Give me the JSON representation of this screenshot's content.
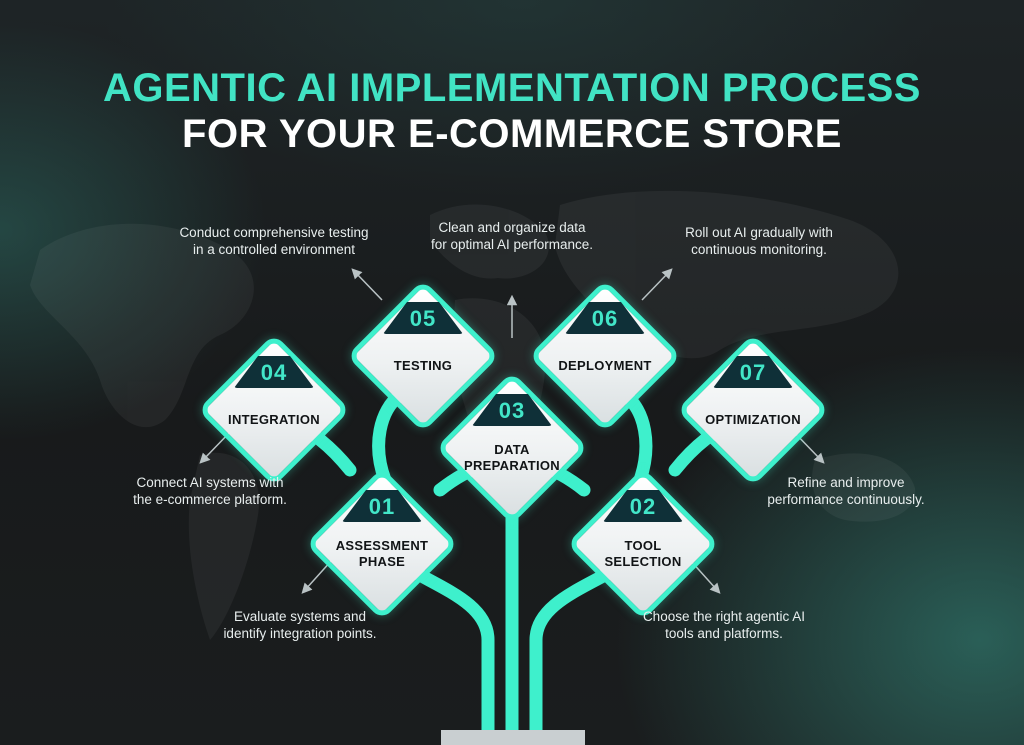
{
  "title": {
    "line1": "AGENTIC AI IMPLEMENTATION PROCESS",
    "line2": "FOR YOUR E-COMMERCE STORE"
  },
  "accent_color": "#3ef0cc",
  "steps": [
    {
      "number": "01",
      "label_line1": "ASSESSMENT",
      "label_line2": "PHASE",
      "desc_line1": "Evaluate systems and",
      "desc_line2": "identify integration points."
    },
    {
      "number": "02",
      "label_line1": "TOOL",
      "label_line2": "SELECTION",
      "desc_line1": "Choose the right agentic AI",
      "desc_line2": "tools and platforms."
    },
    {
      "number": "03",
      "label_line1": "DATA",
      "label_line2": "PREPARATION",
      "desc_line1": "Clean and organize data",
      "desc_line2": "for optimal AI performance."
    },
    {
      "number": "04",
      "label_line1": "INTEGRATION",
      "label_line2": "",
      "desc_line1": "Connect AI systems with",
      "desc_line2": "the e-commerce platform."
    },
    {
      "number": "05",
      "label_line1": "TESTING",
      "label_line2": "",
      "desc_line1": "Conduct comprehensive testing",
      "desc_line2": "in a controlled environment"
    },
    {
      "number": "06",
      "label_line1": "DEPLOYMENT",
      "label_line2": "",
      "desc_line1": "Roll out AI gradually with",
      "desc_line2": "continuous monitoring."
    },
    {
      "number": "07",
      "label_line1": "OPTIMIZATION",
      "label_line2": "",
      "desc_line1": "Refine and improve",
      "desc_line2": "performance continuously."
    }
  ]
}
